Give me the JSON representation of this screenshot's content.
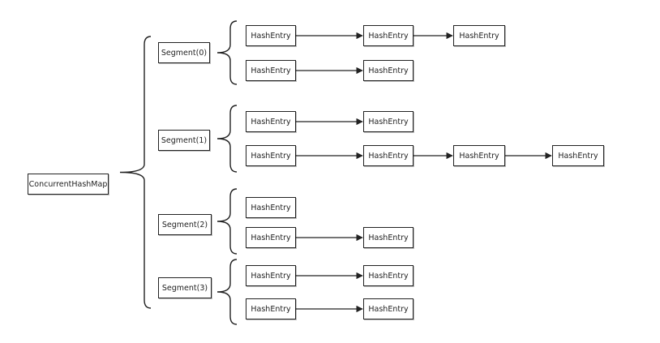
{
  "root": {
    "label": "ConcurrentHashMap"
  },
  "segments": [
    {
      "label": "Segment(0)",
      "chains": [
        [
          "HashEntry",
          "HashEntry",
          "HashEntry"
        ],
        [
          "HashEntry",
          "HashEntry"
        ]
      ]
    },
    {
      "label": "Segment(1)",
      "chains": [
        [
          "HashEntry",
          "HashEntry"
        ],
        [
          "HashEntry",
          "HashEntry",
          "HashEntry",
          "HashEntry"
        ]
      ]
    },
    {
      "label": "Segment(2)",
      "chains": [
        [
          "HashEntry"
        ],
        [
          "HashEntry",
          "HashEntry"
        ]
      ]
    },
    {
      "label": "Segment(3)",
      "chains": [
        [
          "HashEntry",
          "HashEntry"
        ],
        [
          "HashEntry",
          "HashEntry"
        ]
      ]
    }
  ]
}
